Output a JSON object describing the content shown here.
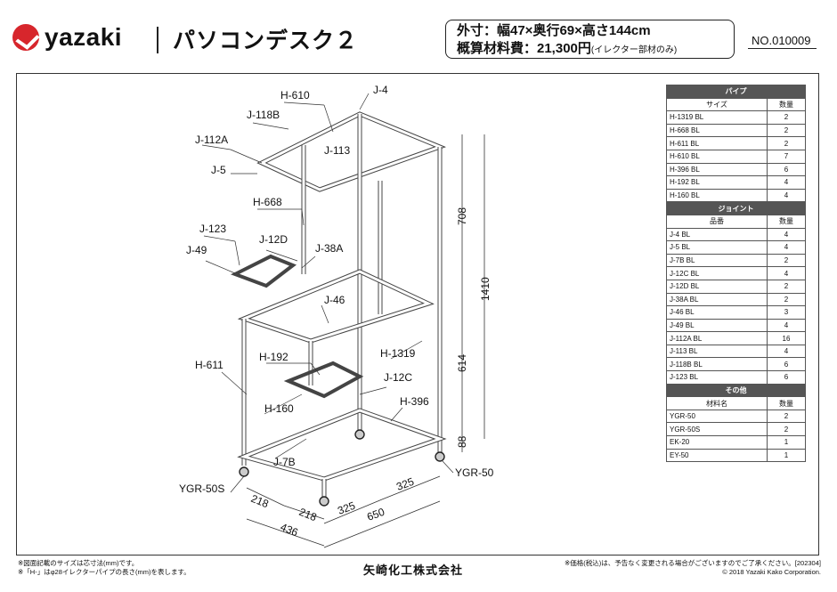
{
  "header": {
    "brand": "yazaki",
    "title": "パソコンデスク２",
    "size_line": "外寸：幅47×奥行69×高さ144cm",
    "cost_line": "概算材料費：21,300円",
    "cost_note": "(イレクター部材のみ)",
    "doc_no": "NO.010009"
  },
  "table": {
    "pipe_section": "パイプ",
    "pipe_head": [
      "サイズ",
      "数量"
    ],
    "pipes": [
      {
        "name": "H-1319 BL",
        "qty": "2"
      },
      {
        "name": "H-668 BL",
        "qty": "2"
      },
      {
        "name": "H-611 BL",
        "qty": "2"
      },
      {
        "name": "H-610 BL",
        "qty": "7"
      },
      {
        "name": "H-396 BL",
        "qty": "6"
      },
      {
        "name": "H-192 BL",
        "qty": "4"
      },
      {
        "name": "H-160 BL",
        "qty": "4"
      }
    ],
    "joint_section": "ジョイント",
    "joint_head": [
      "品番",
      "数量"
    ],
    "joints": [
      {
        "name": "J-4 BL",
        "qty": "4"
      },
      {
        "name": "J-5 BL",
        "qty": "4"
      },
      {
        "name": "J-7B BL",
        "qty": "2"
      },
      {
        "name": "J-12C BL",
        "qty": "4"
      },
      {
        "name": "J-12D BL",
        "qty": "2"
      },
      {
        "name": "J-38A BL",
        "qty": "2"
      },
      {
        "name": "J-46 BL",
        "qty": "3"
      },
      {
        "name": "J-49 BL",
        "qty": "4"
      },
      {
        "name": "J-112A BL",
        "qty": "16"
      },
      {
        "name": "J-113 BL",
        "qty": "4"
      },
      {
        "name": "J-118B BL",
        "qty": "6"
      },
      {
        "name": "J-123 BL",
        "qty": "6"
      }
    ],
    "other_section": "その他",
    "other_head": [
      "材料名",
      "数量"
    ],
    "others": [
      {
        "name": "YGR-50",
        "qty": "2"
      },
      {
        "name": "YGR-50S",
        "qty": "2"
      },
      {
        "name": "EK-20",
        "qty": "1"
      },
      {
        "name": "EY-50",
        "qty": "1"
      }
    ]
  },
  "labels": {
    "h610": "H-610",
    "j4": "J-4",
    "j118b": "J-118B",
    "j112a": "J-112A",
    "j113": "J-113",
    "j5": "J-5",
    "h668": "H-668",
    "j123": "J-123",
    "j12d": "J-12D",
    "j49": "J-49",
    "j38a": "J-38A",
    "j46": "J-46",
    "h611": "H-611",
    "h192": "H-192",
    "h1319": "H-1319",
    "j12c": "J-12C",
    "h160": "H-160",
    "h396": "H-396",
    "j7b": "J-7B",
    "ygr50s": "YGR-50S",
    "ygr50": "YGR-50"
  },
  "dims": {
    "d708": "708",
    "d1410": "1410",
    "d614": "614",
    "d88": "88",
    "d218a": "218",
    "d218b": "218",
    "d436": "436",
    "d325a": "325",
    "d325b": "325",
    "d650": "650"
  },
  "footer": {
    "note1": "※図面記載のサイズは芯寸法(mm)です。",
    "note2": "※「H-」はφ28イレクターパイプの長さ(mm)を表します。",
    "company": "矢崎化工株式会社",
    "note3": "※価格(税込)は、予告なく変更される場合がございますのでご了承ください。[202304]",
    "copyright": "© 2018 Yazaki Kako Corporation."
  }
}
